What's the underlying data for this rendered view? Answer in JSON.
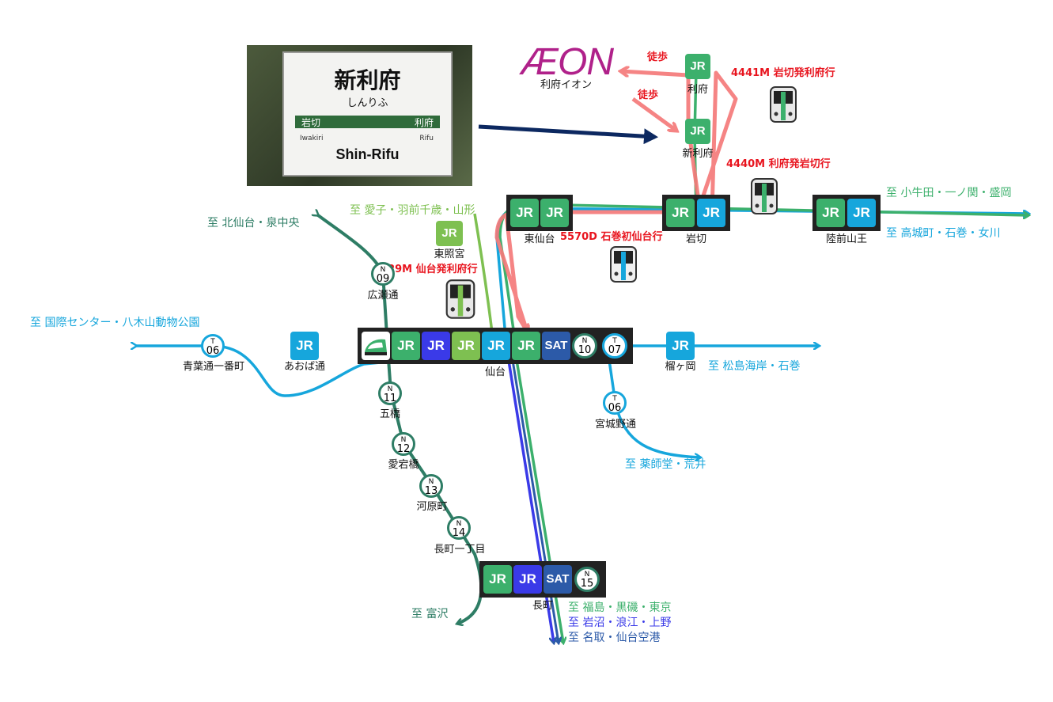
{
  "photo": {
    "sign_name": "新利府",
    "sign_kana": "しんりふ",
    "sign_prev": "岩切",
    "sign_next": "利府",
    "sign_prev_romaji": "Iwakiri",
    "sign_next_romaji": "Rifu",
    "sign_romaji": "Shin-Rifu"
  },
  "aeon": {
    "logo": "ÆON",
    "label": "利府イオン"
  },
  "walk": {
    "walk_1": "徒歩",
    "walk_2": "徒歩"
  },
  "trains": {
    "t4441": "4441M 岩切発利府行",
    "t4440": "4440M 利府発岩切行",
    "t5570": "5570D 石巻初仙台行",
    "t4429": "4429M 仙台発利府行"
  },
  "stations": {
    "rifu": "利府",
    "shinrifu": "新利府",
    "iwakiri": "岩切",
    "higashisendai": "東仙台",
    "rikuzensanno": "陸前山王",
    "toshogu": "東照宮",
    "hirosedori": "広瀬通",
    "aobadori": "あおば通",
    "aobadori_ichibancho": "青葉通一番町",
    "sendai": "仙台",
    "tsutsujigaoka": "榴ヶ岡",
    "miyaginodori": "宮城野通",
    "itsutsubashi": "五橋",
    "atagobashi": "愛宕橋",
    "kawaramachi": "河原町",
    "nagamachi_itchome": "長町一丁目",
    "nagamachi": "長町"
  },
  "destinations": {
    "kogota": "至 小牛田・一ノ関・盛岡",
    "takagi": "至 高城町・石巻・女川",
    "ayashi": "至 愛子・羽前千歳・山形",
    "izumi": "至 北仙台・泉中央",
    "kokusai": "至 国際センター・八木山動物公園",
    "matsushima": "至 松島海岸・石巻",
    "arai": "至 薬師堂・荒井",
    "tomizawa": "至 富沢",
    "fukushima": "至 福島・黒磯・東京",
    "iwanuma": "至 岩沼・浪江・上野",
    "natori": "至 名取・仙台空港"
  },
  "badges": {
    "jr": "JR",
    "sat": "SAT",
    "n": "N",
    "t": "T",
    "n09": "09",
    "n10": "10",
    "n11": "11",
    "n12": "12",
    "n13": "13",
    "n14": "14",
    "n15": "15",
    "t06": "06",
    "t07": "07",
    "t06b": "06"
  },
  "colors": {
    "tohoku_line": "#3cb06c",
    "senseki_line": "#16a6dc",
    "senzan_line": "#7ec051",
    "joban_line": "#3a3ae8",
    "sat_line": "#2c5aa8",
    "namboku_subway": "#2e7d65",
    "tozai_subway": "#16a6dc",
    "highlight_route": "#f57a7a",
    "arrow_dark": "#0c2860",
    "aeon_purple": "#b0218a",
    "annotation_red": "#e8141e"
  },
  "icons": [
    "shinkansen-icon",
    "train-icon",
    "arrow-icon"
  ]
}
